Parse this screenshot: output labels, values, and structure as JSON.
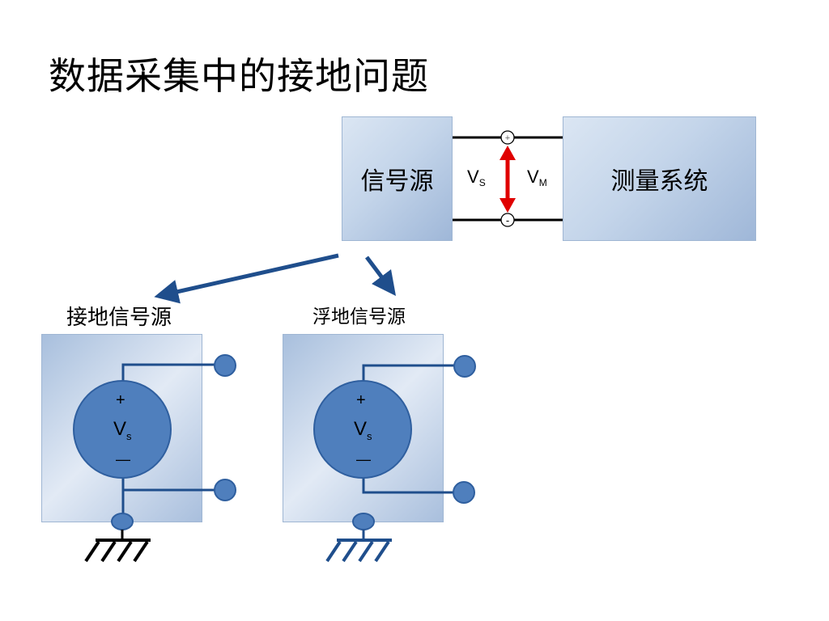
{
  "title": "数据采集中的接地问题",
  "top": {
    "signal_source": "信号源",
    "measurement_system": "测量系统",
    "vs_main": "V",
    "vs_sub": "S",
    "vm_main": "V",
    "vm_sub": "M",
    "plus": "+",
    "minus": "-"
  },
  "grounded": {
    "label": "接地信号源",
    "plus": "+",
    "v_main": "V",
    "v_sub": "s",
    "minus": "—"
  },
  "floating": {
    "label": "浮地信号源",
    "plus": "+",
    "v_main": "V",
    "v_sub": "s",
    "minus": "—"
  },
  "colors": {
    "arrow_blue": "#1f4e8c",
    "source_fill": "#4f7fbd",
    "voltage_arrow": "#e00000",
    "wire": "#000000"
  }
}
